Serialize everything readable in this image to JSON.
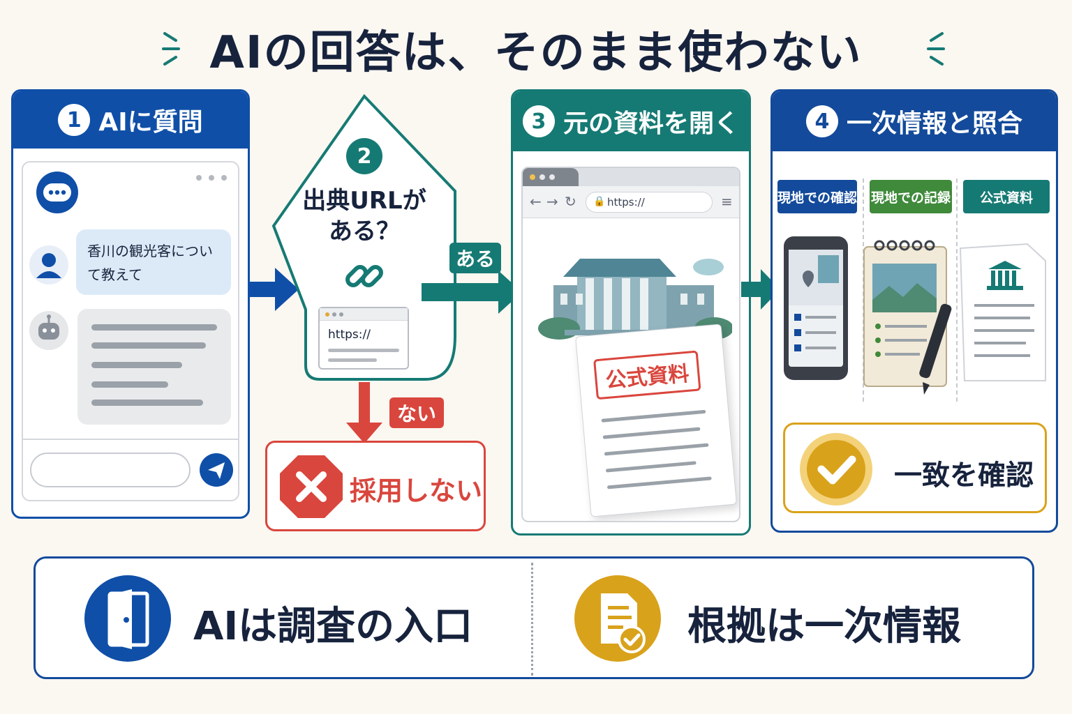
{
  "title": "AIの回答は、そのまま使わない",
  "steps": {
    "s1": {
      "num": "1",
      "label": "AIに質問"
    },
    "s2": {
      "num": "2",
      "label_line1": "出典URLが",
      "label_line2": "ある？"
    },
    "s3": {
      "num": "3",
      "label": "元の資料を開く"
    },
    "s4": {
      "num": "4",
      "label": "一次情報と照合"
    }
  },
  "chat": {
    "question": "香川の観光客について教えて"
  },
  "url_card": {
    "url": "https://"
  },
  "browser": {
    "url": "https://"
  },
  "branches": {
    "yes": "ある",
    "no": "ない",
    "reject": "採用しない"
  },
  "document": {
    "stamp": "公式資料"
  },
  "sources": [
    {
      "label": "現地での確認"
    },
    {
      "label": "現地での記録"
    },
    {
      "label": "公式資料"
    }
  ],
  "confirm": {
    "label": "一致を確認"
  },
  "footer": {
    "left": "AIは調査の入口",
    "right": "根拠は一次情報"
  },
  "colors": {
    "blue": "#0f4fa8",
    "teal": "#167a74",
    "red": "#d9463d",
    "gold": "#d9a21b",
    "navy": "#17233d"
  },
  "icons": [
    "chat-icon",
    "user-icon",
    "robot-icon",
    "send-icon",
    "link-icon",
    "reload-icon",
    "lock-icon",
    "menu-icon",
    "building-icon",
    "stop-x-icon",
    "phone-map-icon",
    "notebook-icon",
    "pen-icon",
    "document-icon",
    "check-badge-icon",
    "door-icon",
    "document-check-icon"
  ]
}
